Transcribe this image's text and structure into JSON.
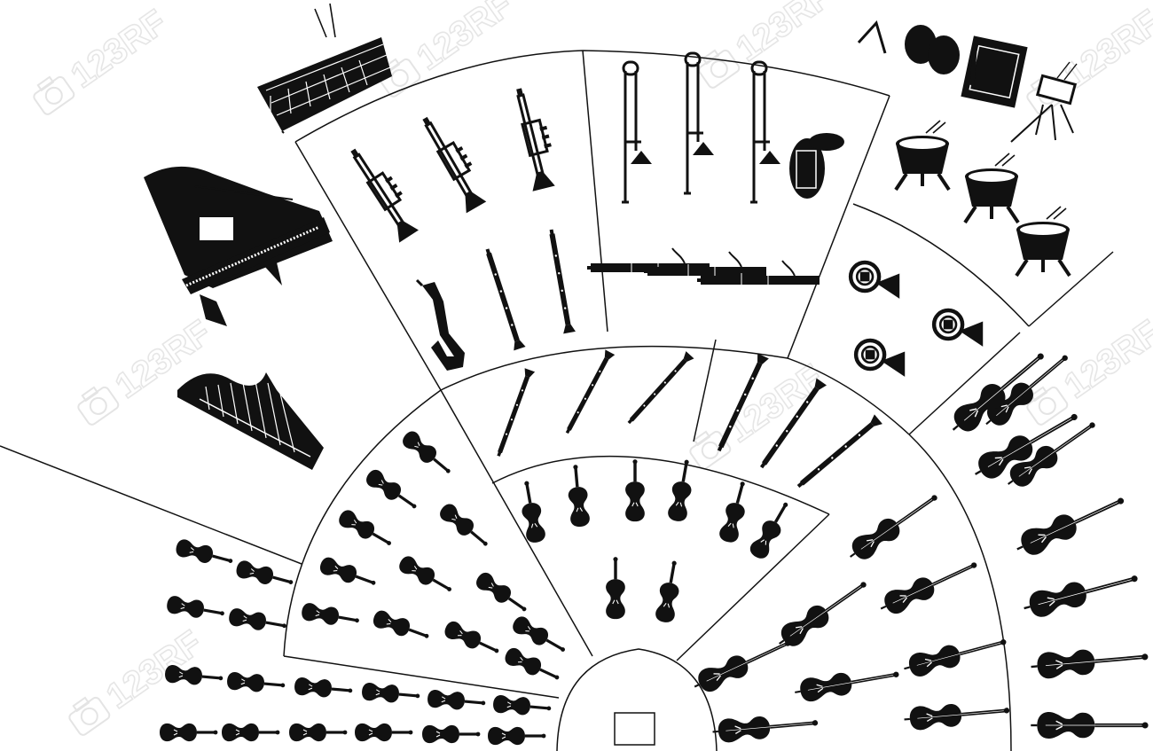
{
  "diagram": {
    "kind": "orchestra seating chart",
    "style": "black silhouettes with thin section dividers",
    "colors": {
      "ink": "#111111",
      "paper": "#ffffff",
      "watermark": "#e4e4e4"
    },
    "watermark": {
      "text": "123RF",
      "icon": "camera-icon"
    },
    "sections": [
      {
        "id": "trumpets-saxophone-clarinets",
        "instruments": [
          "trumpet",
          "trumpet",
          "trumpet",
          "saxophone",
          "clarinet",
          "clarinet"
        ]
      },
      {
        "id": "trombones-tuba-bassoons",
        "instruments": [
          "trombone",
          "trombone",
          "trombone",
          "tuba",
          "bassoon",
          "bassoon",
          "bassoon"
        ]
      },
      {
        "id": "french-horns",
        "instruments": [
          "french-horn",
          "french-horn",
          "french-horn"
        ]
      },
      {
        "id": "percussion",
        "instruments": [
          "triangle",
          "cymbals",
          "bass-drum",
          "snare-drum",
          "timpani",
          "timpani",
          "timpani"
        ]
      },
      {
        "id": "keyboard-harp-mallets",
        "instruments": [
          "grand-piano",
          "harp",
          "xylophone"
        ]
      },
      {
        "id": "flutes",
        "instruments": [
          "flute",
          "flute",
          "flute"
        ]
      },
      {
        "id": "oboes",
        "instruments": [
          "oboe",
          "oboe",
          "oboe"
        ]
      },
      {
        "id": "violas",
        "instruments": [
          "viola",
          "viola",
          "viola",
          "viola",
          "viola",
          "viola",
          "viola",
          "viola"
        ]
      },
      {
        "id": "second-violins",
        "instruments": [
          "violin",
          "violin",
          "violin",
          "violin",
          "violin",
          "violin",
          "violin",
          "violin",
          "violin",
          "violin",
          "violin",
          "violin"
        ]
      },
      {
        "id": "first-violins",
        "instruments": [
          "violin",
          "violin",
          "violin",
          "violin",
          "violin",
          "violin",
          "violin",
          "violin",
          "violin",
          "violin",
          "violin",
          "violin",
          "violin",
          "violin",
          "violin",
          "violin"
        ]
      },
      {
        "id": "cellos",
        "instruments": [
          "cello",
          "cello",
          "cello",
          "cello",
          "cello",
          "cello",
          "cello",
          "cello",
          "cello",
          "cello"
        ]
      },
      {
        "id": "double-basses",
        "instruments": [
          "double-bass",
          "double-bass",
          "double-bass",
          "double-bass",
          "double-bass",
          "double-bass"
        ]
      },
      {
        "id": "conductor",
        "instruments": [
          "podium"
        ]
      }
    ]
  }
}
